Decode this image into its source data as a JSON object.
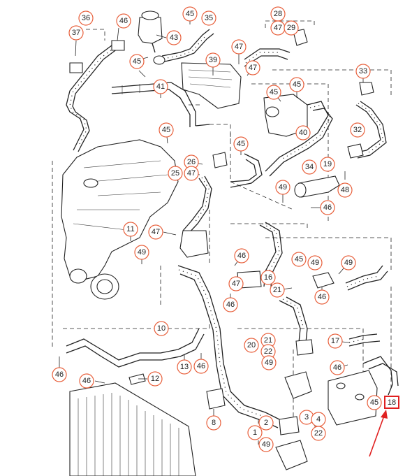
{
  "diagram": {
    "callouts": [
      "36",
      "46",
      "45",
      "35",
      "37",
      "43",
      "45",
      "28",
      "47",
      "29",
      "47",
      "39",
      "47",
      "33",
      "41",
      "45",
      "45",
      "40",
      "32",
      "45",
      "45",
      "26",
      "47",
      "25",
      "34",
      "19",
      "49",
      "48",
      "46",
      "11",
      "47",
      "49",
      "46",
      "47",
      "16",
      "46",
      "45",
      "49",
      "49",
      "21",
      "46",
      "10",
      "17",
      "20",
      "21",
      "22",
      "49",
      "46",
      "13",
      "46",
      "12",
      "46",
      "46",
      "18",
      "8",
      "2",
      "1",
      "49",
      "3",
      "4",
      "22"
    ],
    "highlighted_callout": "18",
    "arrow_color": "#e02020",
    "callout_ring_color": "#e8603c",
    "highlight_box_color": "#e02020"
  }
}
